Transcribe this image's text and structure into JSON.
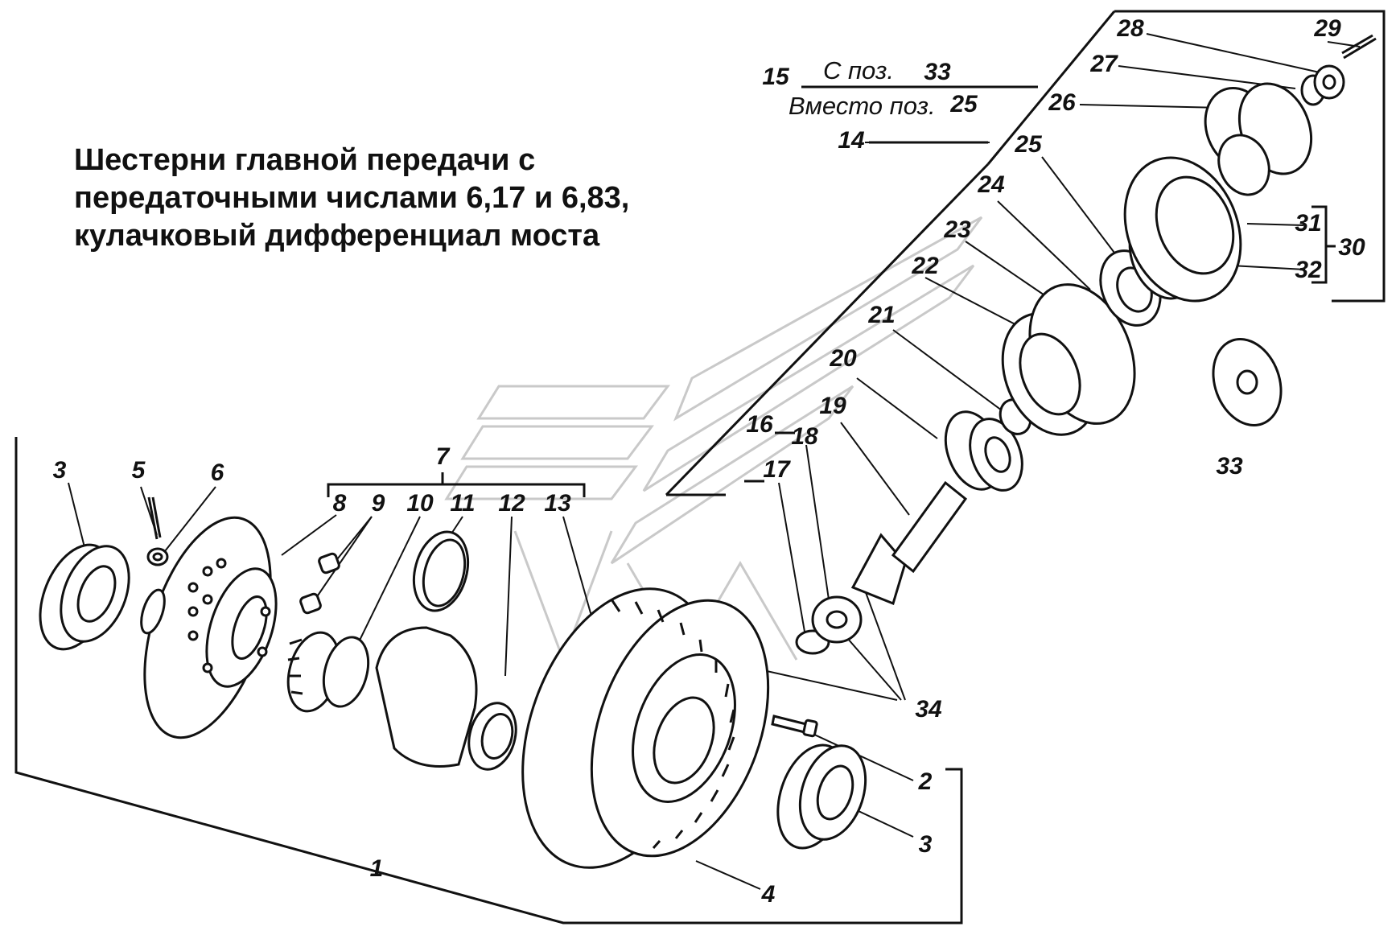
{
  "title": {
    "line1": "Шестерни главной передачи с",
    "line2": "передаточными числами 6,17 и 6,83,",
    "line3": "кулачковый дифференциал моста"
  },
  "note": {
    "ref_number": "15",
    "with_text": "С поз.",
    "with_pos": "33",
    "instead_text": "Вместо поз.",
    "instead_pos": "25"
  },
  "callouts": {
    "c1": "1",
    "c2": "2",
    "c3a": "3",
    "c3b": "3",
    "c4": "4",
    "c5": "5",
    "c6": "6",
    "c7": "7",
    "c8": "8",
    "c9": "9",
    "c10": "10",
    "c11": "11",
    "c12": "12",
    "c13": "13",
    "c14": "14",
    "c16": "16",
    "c17": "17",
    "c18": "18",
    "c19": "19",
    "c20": "20",
    "c21": "21",
    "c22": "22",
    "c23": "23",
    "c24": "24",
    "c25": "25",
    "c26": "26",
    "c27": "27",
    "c28": "28",
    "c29": "29",
    "c30": "30",
    "c31": "31",
    "c32": "32",
    "c33": "33",
    "c34": "34"
  }
}
